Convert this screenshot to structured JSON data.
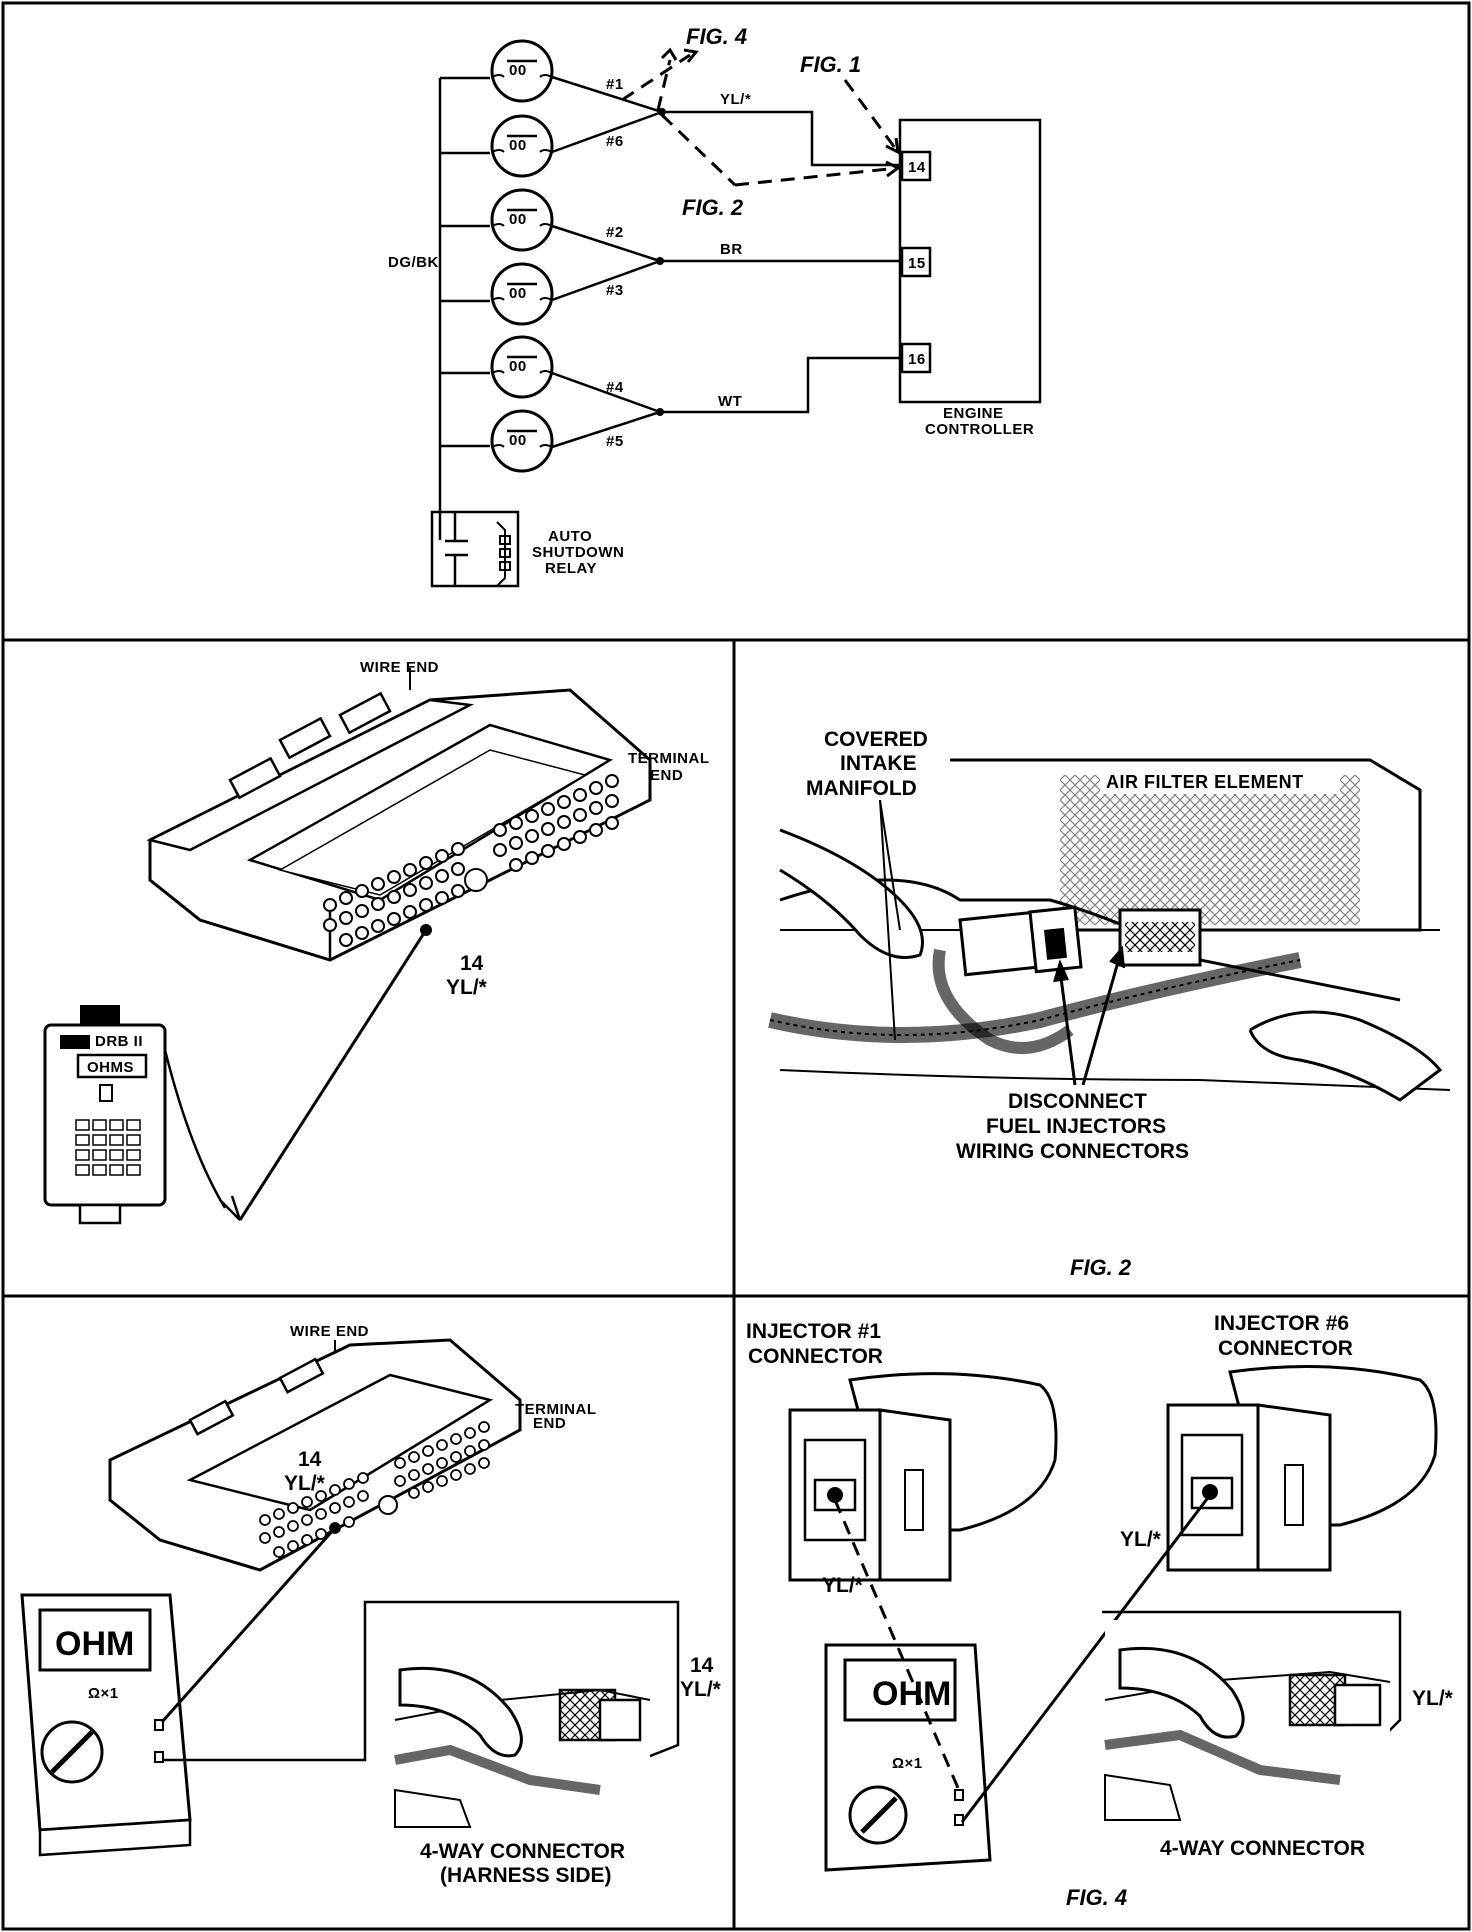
{
  "schematic": {
    "fig4_label": "FIG. 4",
    "fig1_label": "FIG. 1",
    "fig2_label": "FIG. 2",
    "wire_dgbk": "DG/BK",
    "wire_yl": "YL/*",
    "wire_br": "BR",
    "wire_wt": "WT",
    "injectors": [
      "#1",
      "#6",
      "#2",
      "#3",
      "#4",
      "#5"
    ],
    "pins": [
      "14",
      "15",
      "16"
    ],
    "controller_line1": "ENGINE",
    "controller_line2": "CONTROLLER",
    "relay_line1": "AUTO",
    "relay_line2": "SHUTDOWN",
    "relay_line3": "RELAY",
    "injector_symbol": "00"
  },
  "fig1": {
    "wire_end": "WIRE END",
    "terminal": "TERMINAL",
    "end": "END",
    "pin_number": "14",
    "pin_wire": "YL/*",
    "tool_display": "OHMS",
    "tool_brand": "DRB II"
  },
  "fig2": {
    "covered_l1": "COVERED",
    "covered_l2": "INTAKE",
    "covered_l3": "MANIFOLD",
    "air_filter": "AIR FILTER ELEMENT",
    "disc_l1": "DISCONNECT",
    "disc_l2": "FUEL INJECTORS",
    "disc_l3": "WIRING CONNECTORS",
    "caption": "FIG. 2"
  },
  "fig3": {
    "wire_end": "WIRE END",
    "terminal": "TERMINAL",
    "end": "END",
    "pin_number": "14",
    "pin_wire": "YL/*",
    "side_number": "14",
    "side_wire": "YL/*",
    "meter_display": "OHM",
    "meter_range": "Ω×1",
    "conn_l1": "4-WAY CONNECTOR",
    "conn_l2": "(HARNESS SIDE)"
  },
  "fig4": {
    "inj1_l1": "INJECTOR #1",
    "inj1_l2": "CONNECTOR",
    "inj6_l1": "INJECTOR #6",
    "inj6_l2": "CONNECTOR",
    "yl_left": "YL/*",
    "yl_mid": "YL/*",
    "yl_right": "YL/*",
    "meter_display": "OHM",
    "meter_range": "Ω×1",
    "conn": "4-WAY CONNECTOR",
    "caption": "FIG. 4"
  }
}
